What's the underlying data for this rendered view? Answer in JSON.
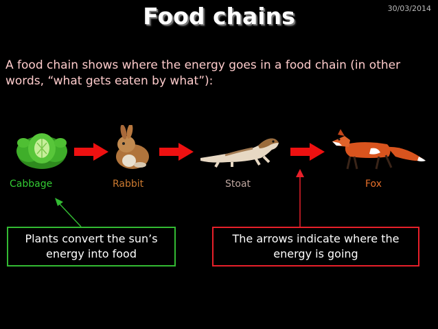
{
  "slide": {
    "title": "Food chains",
    "date": "30/03/2014",
    "intro": "A food chain shows where the energy goes in a food chain (in other words, “what gets eaten by what”):"
  },
  "chain": [
    {
      "label": "Cabbage",
      "color": "#33cc33",
      "icon": "cabbage-icon"
    },
    {
      "label": "Rabbit",
      "color": "#cc7a30",
      "icon": "rabbit-icon"
    },
    {
      "label": "Stoat",
      "color": "#bfa7a0",
      "icon": "stoat-icon"
    },
    {
      "label": "Fox",
      "color": "#e8702a",
      "icon": "fox-icon"
    }
  ],
  "notes": {
    "plants": "Plants convert the sun’s energy into food",
    "arrows": "The arrows indicate where the energy is going"
  },
  "colors": {
    "arrow": "#ee1111",
    "green_border": "#33bb33",
    "red_border": "#e8202a",
    "intro_text": "#ffcccc"
  }
}
